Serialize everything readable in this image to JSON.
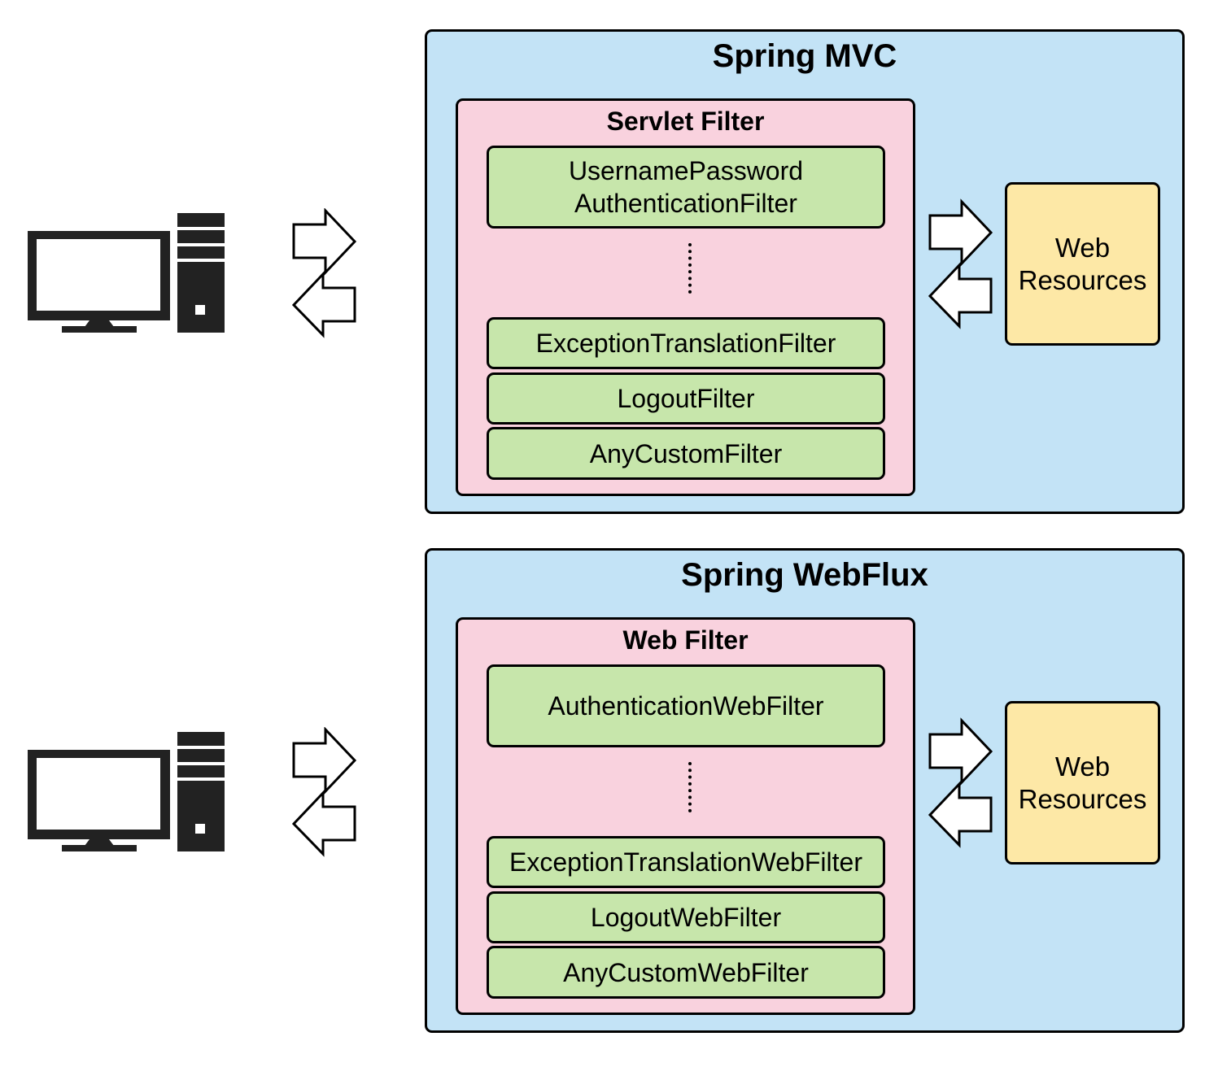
{
  "mvc": {
    "title": "Spring MVC",
    "filter_group": {
      "title": "Servlet Filter",
      "filters": [
        "UsernamePassword\nAuthenticationFilter",
        "ExceptionTranslationFilter",
        "LogoutFilter",
        "AnyCustomFilter"
      ]
    },
    "resources_label": "Web\nResources"
  },
  "webflux": {
    "title": "Spring WebFlux",
    "filter_group": {
      "title": "Web Filter",
      "filters": [
        "AuthenticationWebFilter",
        "ExceptionTranslationWebFilter",
        "LogoutWebFilter",
        "AnyCustomWebFilter"
      ]
    },
    "resources_label": "Web\nResources"
  },
  "icons": {
    "client": "desktop-computer-icon",
    "request": "right-arrow-icon",
    "response": "left-arrow-icon"
  },
  "colors": {
    "framework_fill": "#c3e3f6",
    "filter_group_fill": "#f9d2de",
    "filter_fill": "#c7e6ab",
    "resources_fill": "#fde8a6",
    "outline": "#000000"
  }
}
